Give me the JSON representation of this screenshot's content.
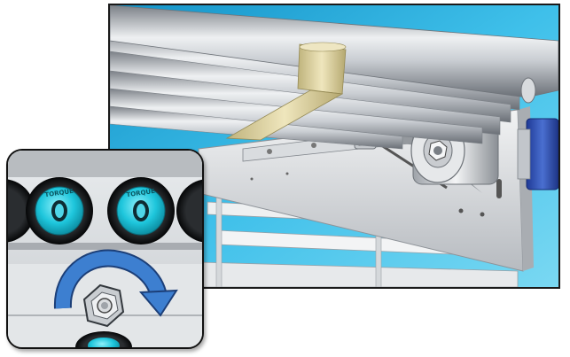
{
  "scene": {
    "main_view": {
      "subject": "conveyor-roller-drive-assembly",
      "background_colors": [
        "#1fa9d8",
        "#6fd2f0"
      ],
      "roller_color": "#b8bcc2",
      "belt_color": "#d8cc9a",
      "motor_color": "#2f4fb0"
    },
    "detail_inset": {
      "subject": "tension-nut-adjustment",
      "wheel_label": "TORQUE",
      "wheel_accent_color": "#1ec6dc",
      "arrow_color": "#3d7fd0",
      "arrow_direction": "clockwise"
    }
  }
}
